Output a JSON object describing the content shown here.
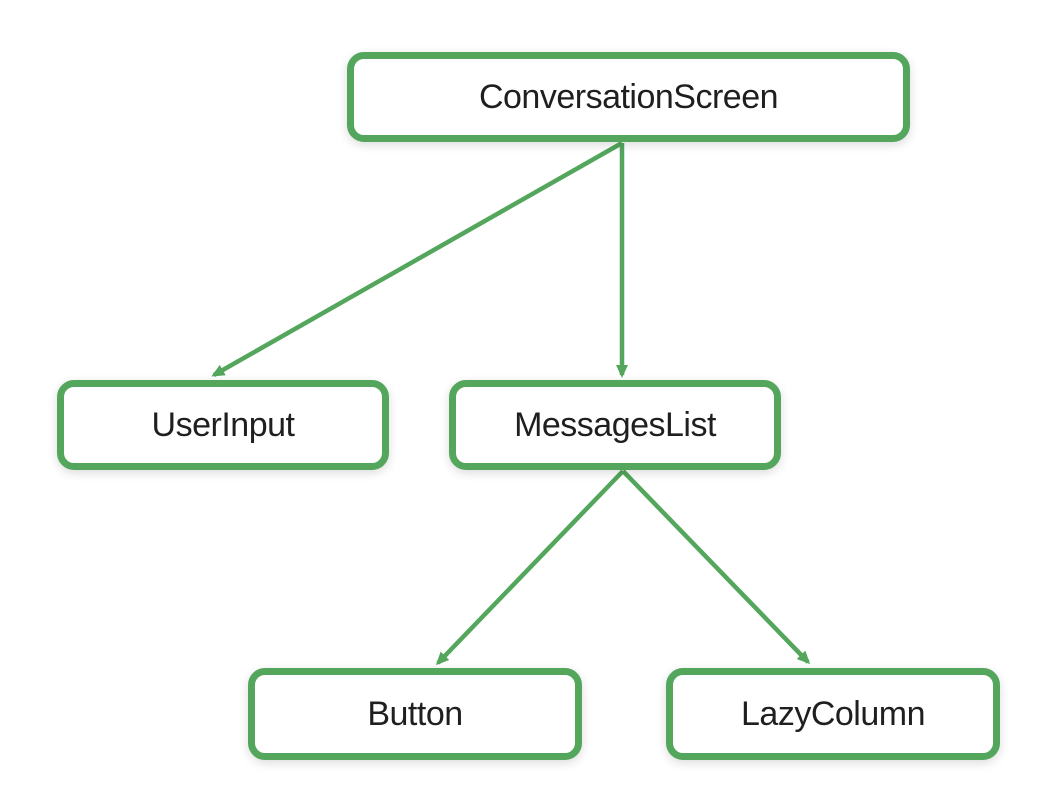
{
  "diagram": {
    "type": "tree",
    "background_color": "#ffffff",
    "accent_color": "#53a65c",
    "text_color": "#1f1f1f",
    "nodes": [
      {
        "id": "ConversationScreen",
        "label": "ConversationScreen",
        "level": 0
      },
      {
        "id": "UserInput",
        "label": "UserInput",
        "level": 1
      },
      {
        "id": "MessagesList",
        "label": "MessagesList",
        "level": 1
      },
      {
        "id": "Button",
        "label": "Button",
        "level": 2
      },
      {
        "id": "LazyColumn",
        "label": "LazyColumn",
        "level": 2
      }
    ],
    "edges": [
      {
        "from": "ConversationScreen",
        "to": "UserInput"
      },
      {
        "from": "ConversationScreen",
        "to": "MessagesList"
      },
      {
        "from": "MessagesList",
        "to": "Button"
      },
      {
        "from": "MessagesList",
        "to": "LazyColumn"
      }
    ]
  }
}
